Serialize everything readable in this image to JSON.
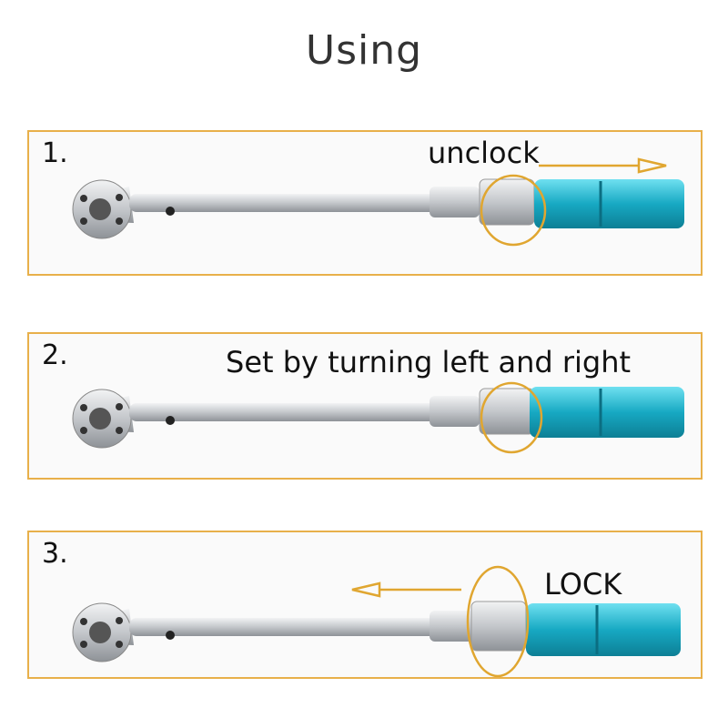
{
  "title": "Using",
  "steps": [
    {
      "number": "1.",
      "caption": "unclock"
    },
    {
      "number": "2.",
      "caption": "Set by turning left and right"
    },
    {
      "number": "3.",
      "caption": "LOCK"
    }
  ],
  "colors": {
    "border": "#e8b04a",
    "highlight": "#e0a630",
    "handle": "#1ab0c8",
    "steel": "#c9ccd0"
  }
}
